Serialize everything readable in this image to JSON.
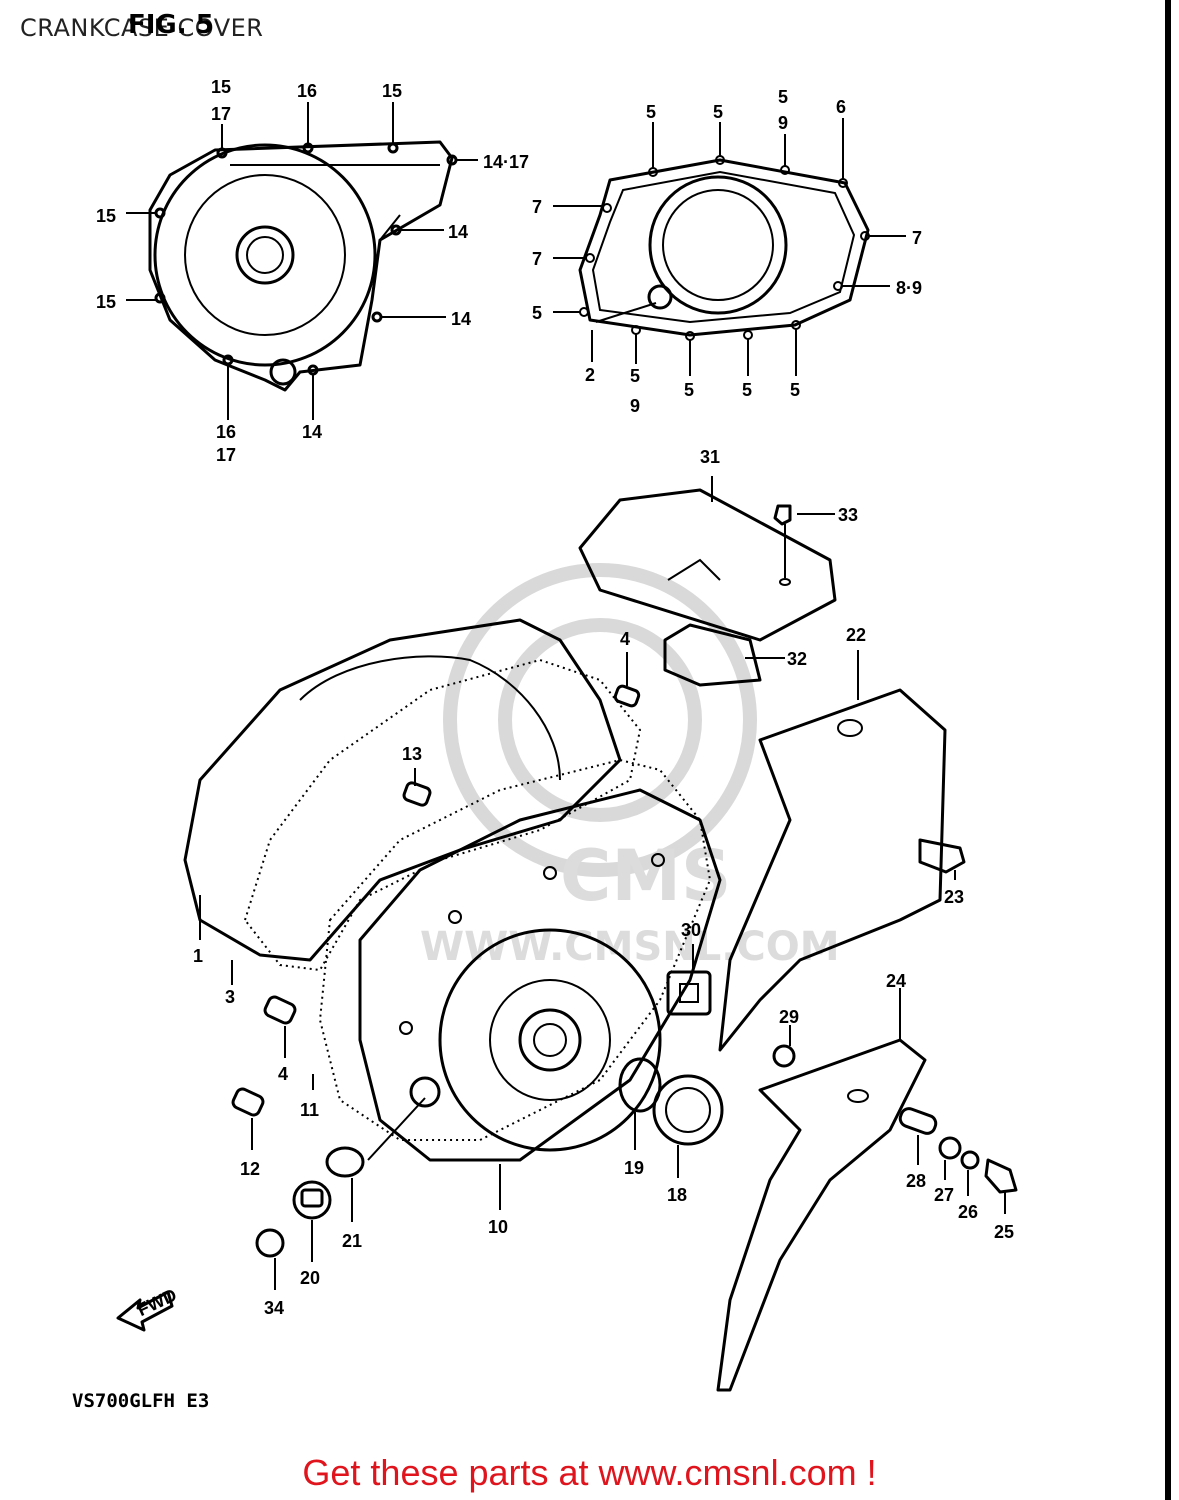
{
  "page_title": "CRANKCASE COVER",
  "figure_label": "FIG. 5",
  "model_code": "VS700GLFH  E3",
  "footer_link": "Get these parts at www.cmsnl.com !",
  "watermark_text": "WWW.CMSNL.COM",
  "watermark_brand": "CMS",
  "fwd_arrow_text": "FWD",
  "colors": {
    "footer": "#e0141c",
    "lines": "#000000",
    "watermark": "#dcdcdc"
  },
  "callouts": {
    "c1": "15",
    "c2": "17",
    "c3": "16",
    "c4": "15",
    "c5": "14·17",
    "c6": "15",
    "c7": "14",
    "c8": "15",
    "c9": "14",
    "c10": "16",
    "c11": "17",
    "c12": "14",
    "c13": "5",
    "c14": "5",
    "c15": "5",
    "c16": "9",
    "c17": "6",
    "c18": "7",
    "c19": "7",
    "c20": "7",
    "c21": "8·9",
    "c22": "5",
    "c23": "2",
    "c24": "5",
    "c25": "9",
    "c26": "5",
    "c27": "5",
    "c28": "5",
    "c29": "31",
    "c30": "33",
    "c31": "32",
    "c32": "22",
    "c33": "4",
    "c34": "13",
    "c35": "23",
    "c36": "30",
    "c37": "1",
    "c38": "3",
    "c39": "4",
    "c40": "11",
    "c41": "24",
    "c42": "29",
    "c43": "12",
    "c44": "19",
    "c45": "18",
    "c46": "10",
    "c47": "21",
    "c48": "20",
    "c49": "34",
    "c50": "28",
    "c51": "27",
    "c52": "26",
    "c53": "25"
  }
}
